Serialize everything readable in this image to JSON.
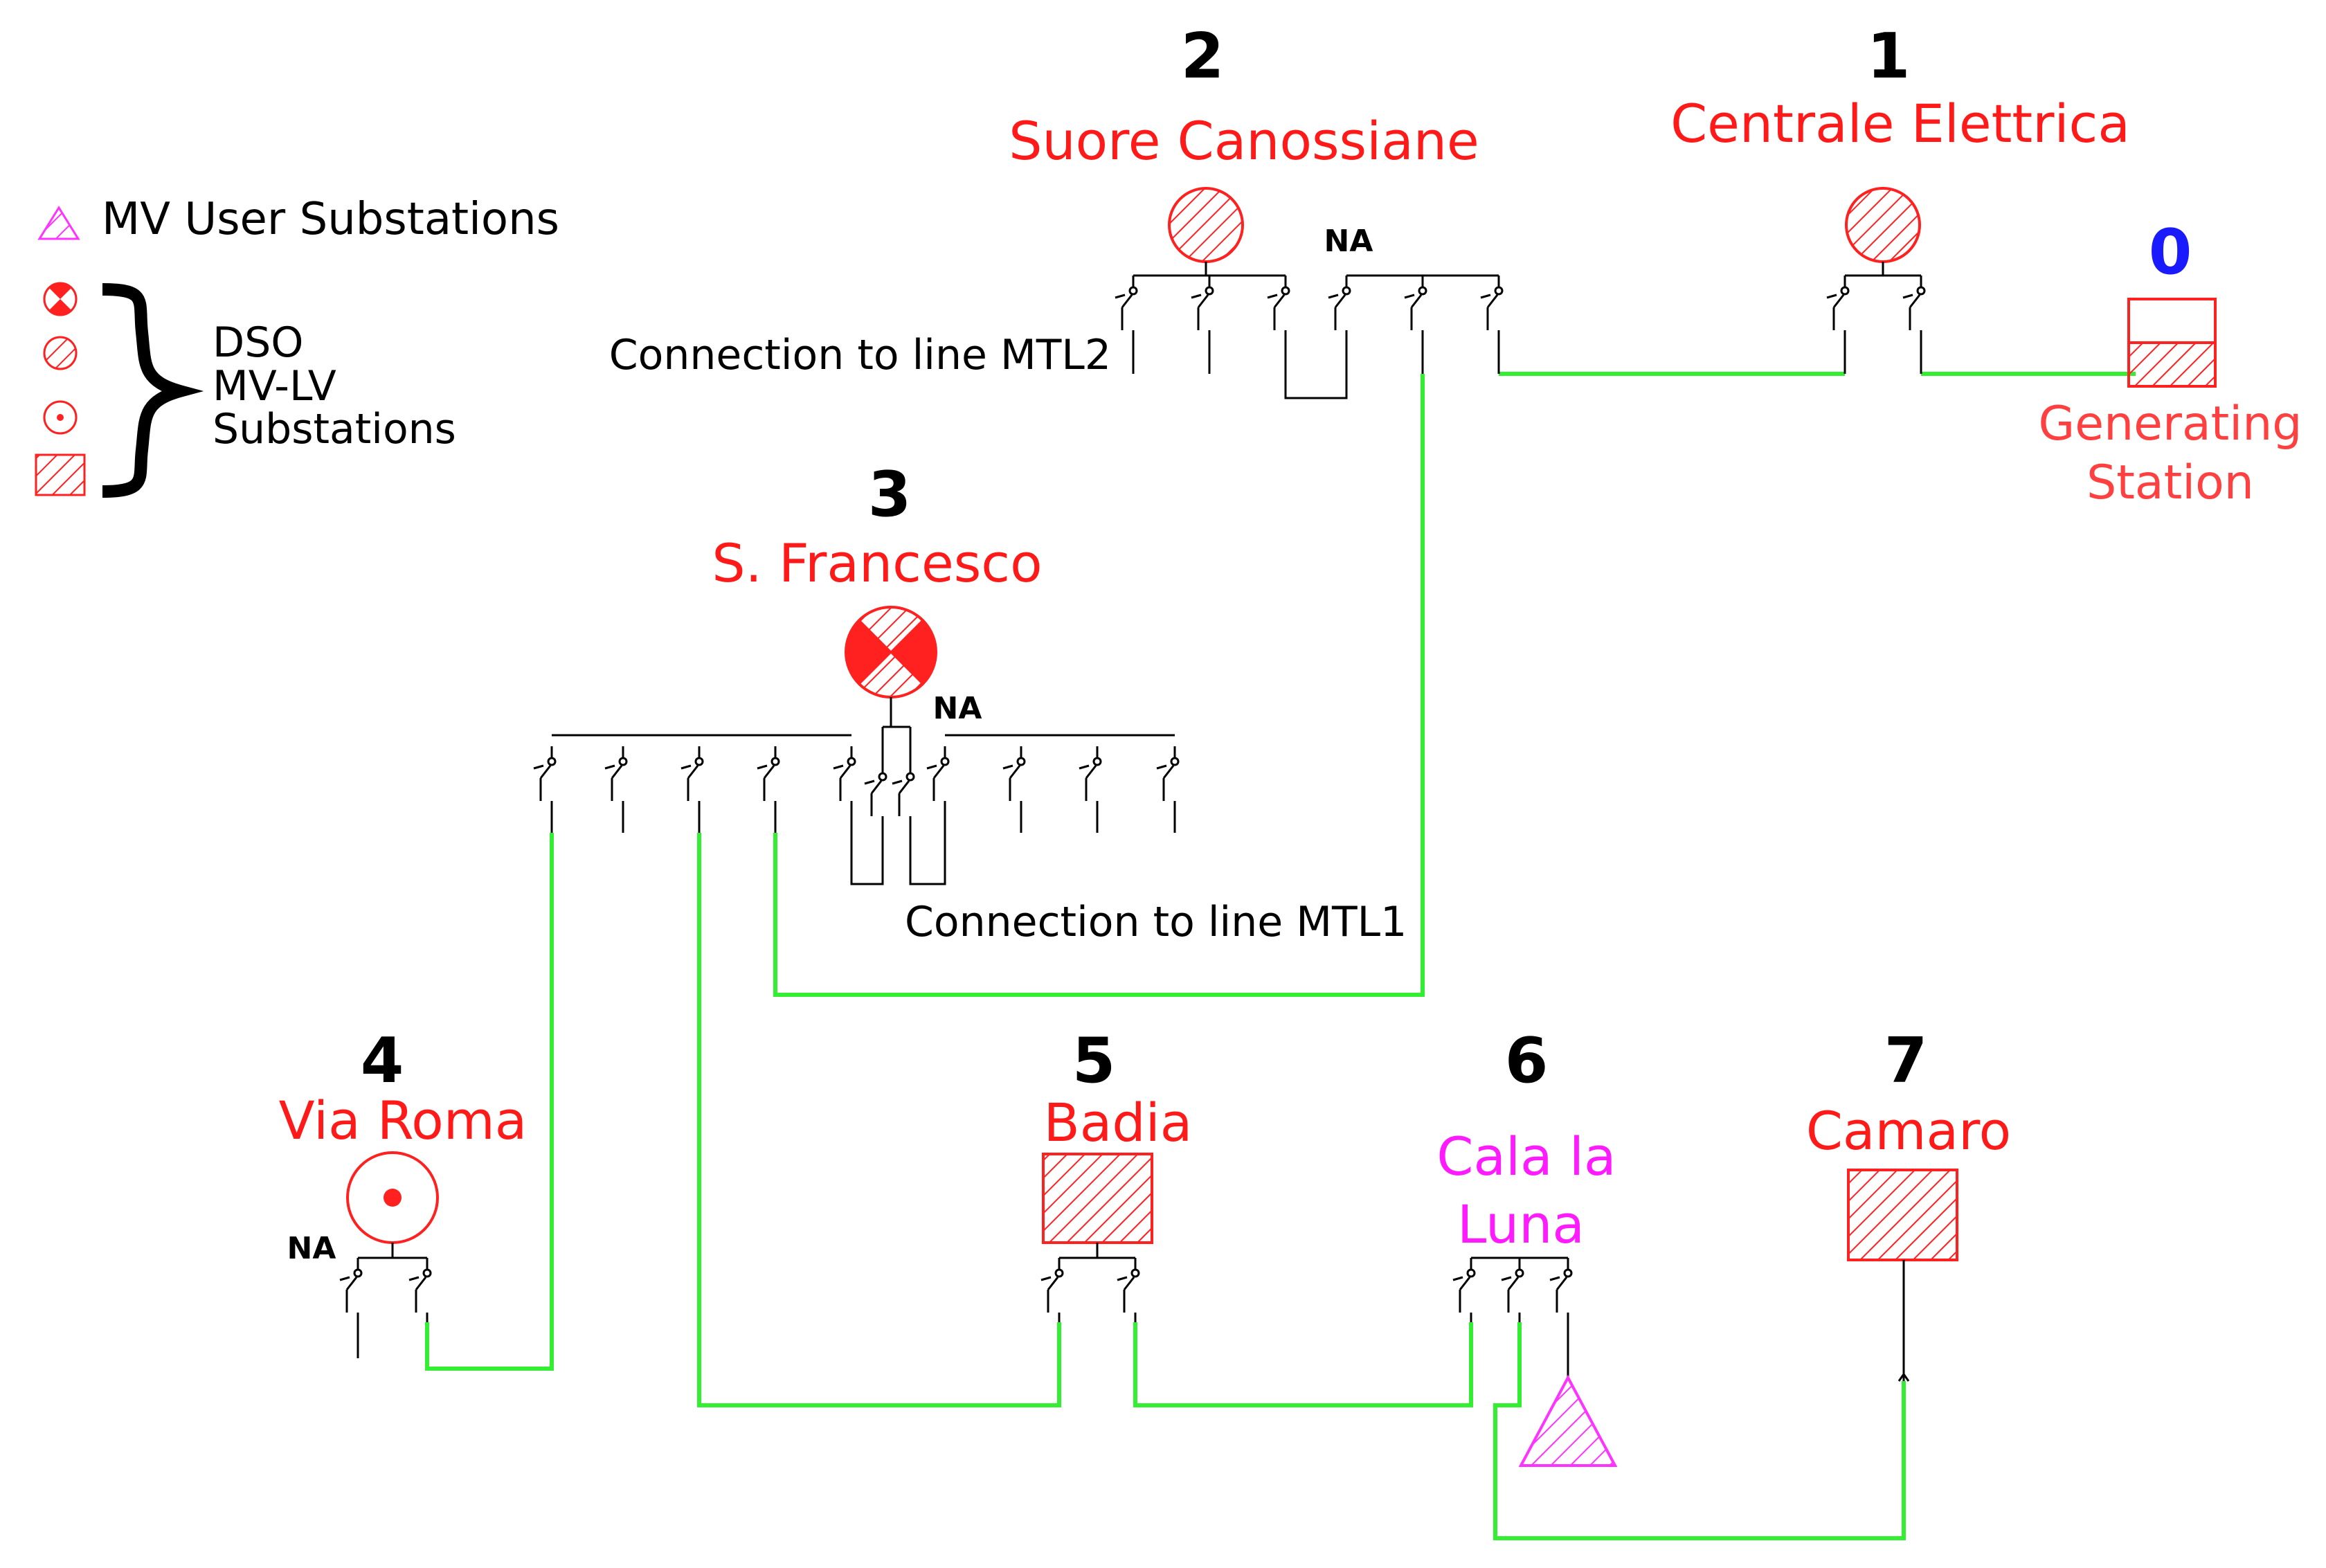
{
  "legend": {
    "user_substations": "MV User Substations",
    "dso_line1": "DSO",
    "dso_line2": "MV-LV",
    "dso_line3": "Substations"
  },
  "nodes": {
    "n0": {
      "number": "0",
      "label_line1": "Generating",
      "label_line2": "Station"
    },
    "n1": {
      "number": "1",
      "name": "Centrale Elettrica"
    },
    "n2": {
      "number": "2",
      "name": "Suore Canossiane"
    },
    "n3": {
      "number": "3",
      "name": "S. Francesco"
    },
    "n4": {
      "number": "4",
      "name": "Via Roma"
    },
    "n5": {
      "number": "5",
      "name": "Badia"
    },
    "n6": {
      "number": "6",
      "name_line1": "Cala la",
      "name_line2": "Luna"
    },
    "n7": {
      "number": "7",
      "name": "Camaro"
    }
  },
  "connections": {
    "mtl2": "Connection to line MTL2",
    "mtl1": "Connection to line MTL1"
  },
  "open_switch_label": "NA",
  "colors": {
    "dso": "#ff2020",
    "user": "#ff33ff",
    "line": "#33ee33",
    "generator_number": "#1a1aff"
  }
}
